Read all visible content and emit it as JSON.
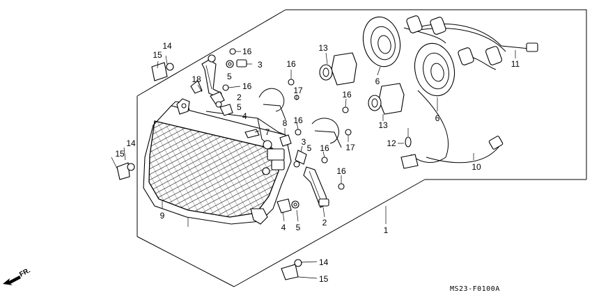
{
  "diagram_code": "MS23-F0100A",
  "direction_label": "FR.",
  "callouts": {
    "n1": "1",
    "n2a": "2",
    "n2b": "2",
    "n3a": "3",
    "n3b": "3",
    "n4a": "4",
    "n4b": "4",
    "n5a": "5",
    "n5b": "5",
    "n5c": "5",
    "n5d": "5",
    "n6a": "6",
    "n6b": "6",
    "n7": "7",
    "n8": "8",
    "n9": "9",
    "n10": "10",
    "n11": "11",
    "n12": "12",
    "n13a": "13",
    "n13b": "13",
    "n14a": "14",
    "n14b": "14",
    "n14c": "14",
    "n15a": "15",
    "n15b": "15",
    "n15c": "15",
    "n16a": "16",
    "n16b": "16",
    "n16c": "16",
    "n16d": "16",
    "n16e": "16",
    "n16f": "16",
    "n16g": "16",
    "n17a": "17",
    "n17b": "17",
    "n18": "18"
  }
}
